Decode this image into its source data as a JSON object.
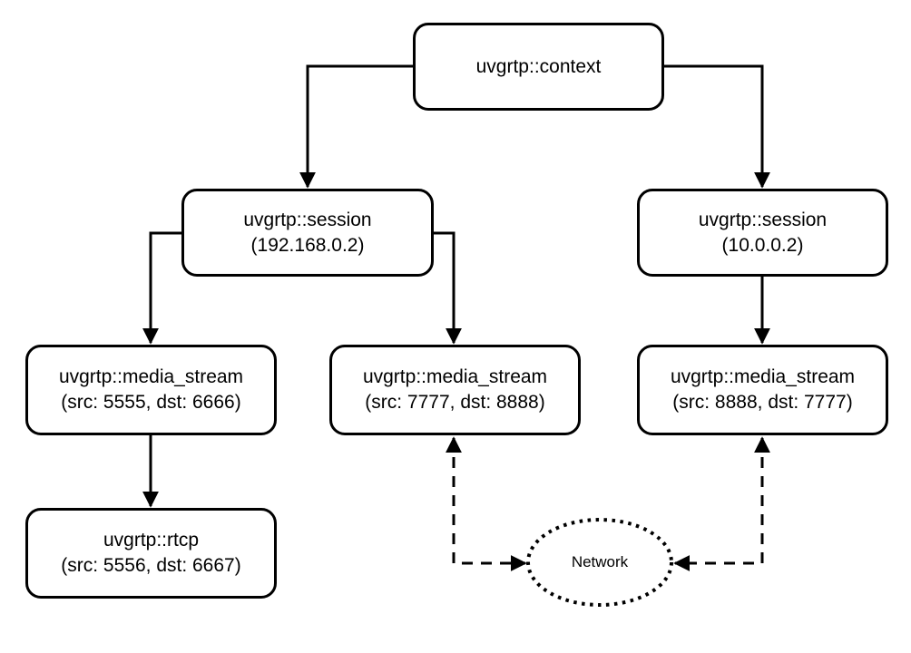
{
  "colors": {
    "background": "#ffffff",
    "stroke": "#000000",
    "text": "#000000"
  },
  "nodes": {
    "context": {
      "title": "uvgrtp::context"
    },
    "session_left": {
      "title": "uvgrtp::session",
      "subtitle": "(192.168.0.2)"
    },
    "session_right": {
      "title": "uvgrtp::session",
      "subtitle": "(10.0.0.2)"
    },
    "media_stream_left": {
      "title": "uvgrtp::media_stream",
      "subtitle": "(src: 5555, dst: 6666)"
    },
    "media_stream_mid": {
      "title": "uvgrtp::media_stream",
      "subtitle": "(src: 7777, dst: 8888)"
    },
    "media_stream_right": {
      "title": "uvgrtp::media_stream",
      "subtitle": "(src: 8888, dst: 7777)"
    },
    "rtcp": {
      "title": "uvgrtp::rtcp",
      "subtitle": "(src: 5556, dst: 6667)"
    },
    "network": {
      "label": "Network"
    }
  }
}
